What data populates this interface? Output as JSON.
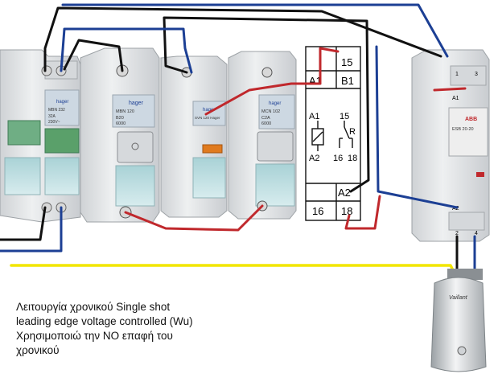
{
  "devices": {
    "breaker1": {
      "brand": "hager",
      "model": "MBN 232",
      "rating": "32A",
      "spec": "230V~"
    },
    "breaker2": {
      "brand": "hager",
      "model": "MBN 120",
      "rating": "B20",
      "spec": "6000"
    },
    "breaker3": {
      "brand": "hager",
      "model": "SVN 120 Hager"
    },
    "breaker4": {
      "brand": "hager",
      "model": "MCN 102",
      "rating": "C2A",
      "spec": "6000"
    },
    "timer": {
      "terminals": {
        "top_right": "15",
        "a1": "A1",
        "b1": "B1",
        "a2": "A2",
        "bottom_left": "16",
        "bottom_right": "18"
      },
      "schematic": {
        "a1": "A1",
        "a2": "A2",
        "c15": "15",
        "r": "R",
        "c16": "16",
        "c18": "18"
      }
    },
    "contactor": {
      "brand": "ABB",
      "model": "ESB 20-20",
      "top_terminals": [
        "1",
        "3"
      ],
      "coil_a1": "A1",
      "coil_a2": "A2",
      "bottom_terminals": [
        "2",
        "4"
      ]
    },
    "heater": {
      "brand": "Vaillant"
    }
  },
  "caption": [
    "Λειτουργία χρονικού Single shot",
    "leading edge voltage controlled (Wu)",
    "Χρησιμοποιώ την NO επαφή του",
    "χρονικού"
  ],
  "colors": {
    "wire_black": "#111111",
    "wire_blue": "#1c3f94",
    "wire_red": "#c0282c",
    "wire_yellow": "#f2e600",
    "device_body": "#e4e6e8",
    "toggle_green": "#5aa06a",
    "indicator_orange": "#e07a1e"
  }
}
